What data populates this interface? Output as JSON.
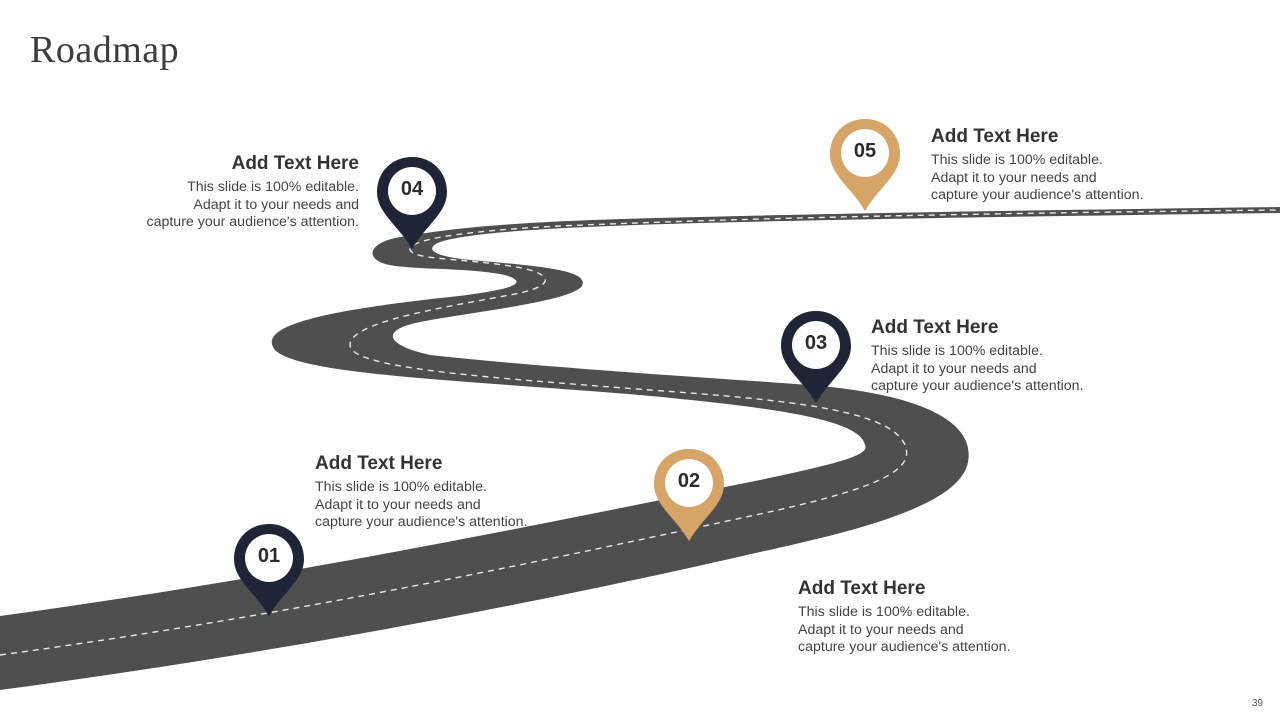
{
  "title": "Roadmap",
  "slide_number": "39",
  "colors": {
    "road": "#4f4f4f",
    "dark_pin": "#1f2537",
    "gold_pin": "#d6a466",
    "lane_marking": "#e8e8e8"
  },
  "milestones": [
    {
      "number": "01",
      "heading": "Add Text Here",
      "lines": [
        "This slide is 100% editable.",
        "Adapt it to your needs and",
        "capture your audience's attention."
      ]
    },
    {
      "number": "02",
      "heading": "Add Text Here",
      "lines": [
        "This slide is 100% editable.",
        "Adapt it to your needs and",
        "capture your audience's attention."
      ]
    },
    {
      "number": "03",
      "heading": "Add Text Here",
      "lines": [
        "This slide is 100% editable.",
        "Adapt it to your needs and",
        "capture your audience's attention."
      ]
    },
    {
      "number": "04",
      "heading": "Add Text Here",
      "lines": [
        "This slide is 100% editable.",
        "Adapt it to your needs and",
        "capture your audience's attention."
      ]
    },
    {
      "number": "05",
      "heading": "Add Text Here",
      "lines": [
        "This slide is 100% editable.",
        "Adapt it to your needs and",
        "capture your audience's attention."
      ]
    }
  ]
}
